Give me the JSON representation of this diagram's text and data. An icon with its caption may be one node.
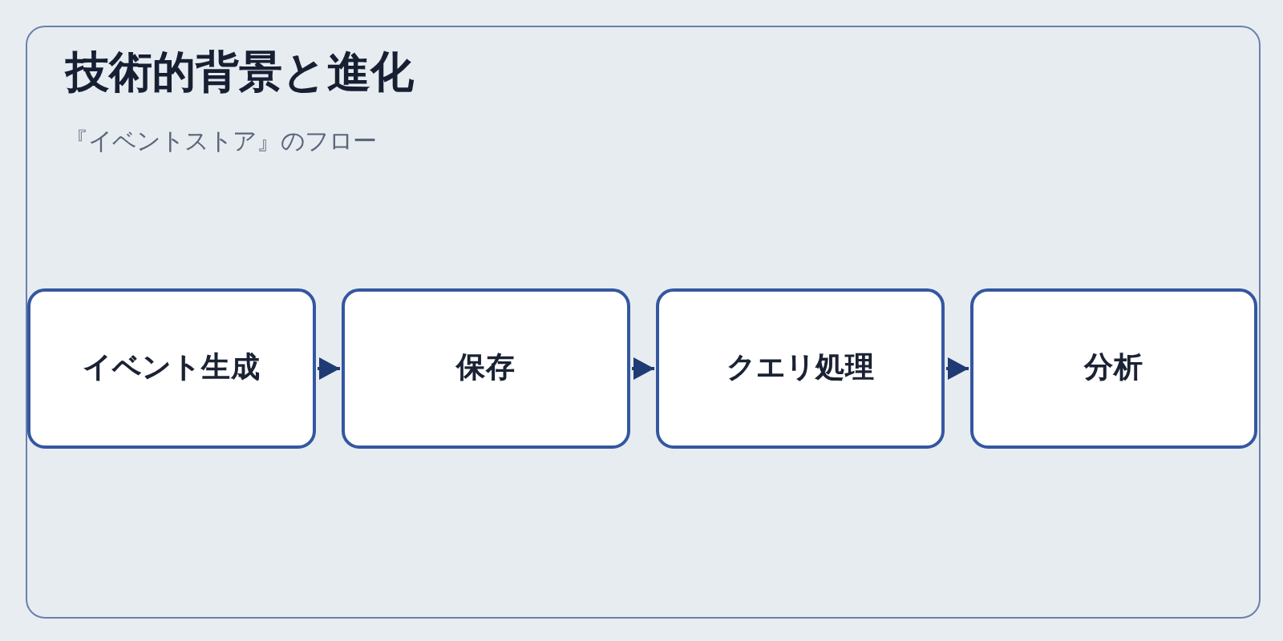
{
  "diagram": {
    "title": "技術的背景と進化",
    "nodes": [
      {
        "text": [
          "イベント生成"
        ]
      },
      {
        "text": [
          "保存"
        ]
      },
      {
        "text": [
          "クエリ処理"
        ]
      },
      {
        "text": [
          "分析"
        ]
      }
    ],
    "edges": [
      {
        "from": 0,
        "to": 1,
        "arrow": "to"
      },
      {
        "from": 1,
        "to": 2,
        "arrow": "to"
      },
      {
        "from": 2,
        "to": 3,
        "arrow": "to"
      }
    ],
    "labels": [
      "『イベントストア』のフロー"
    ]
  }
}
